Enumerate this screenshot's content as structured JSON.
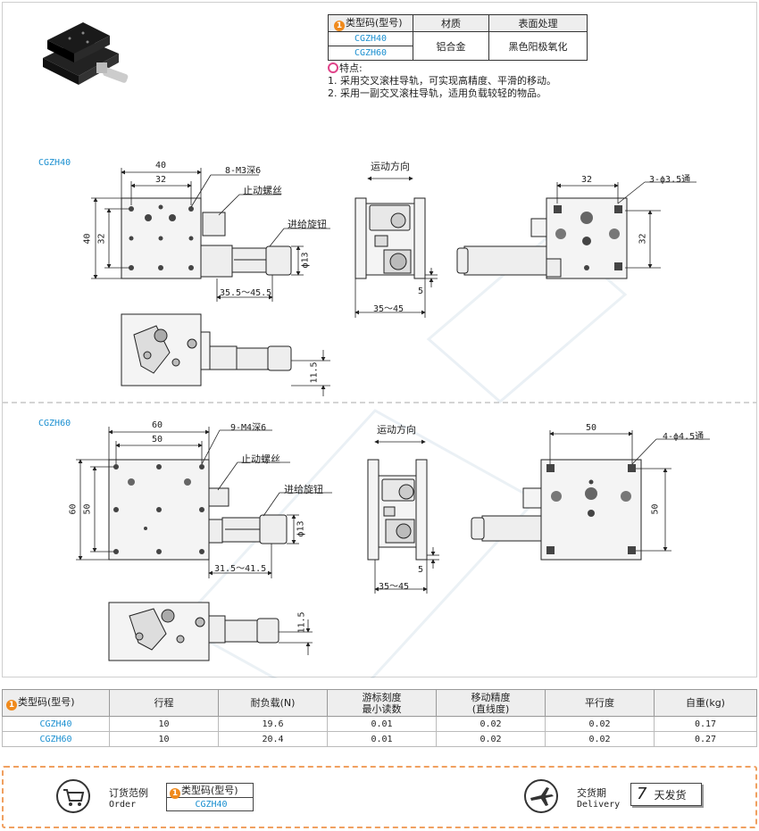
{
  "header_table": {
    "col_model": "类型码(型号)",
    "col_material": "材质",
    "col_surface": "表面处理",
    "models": [
      "CGZH40",
      "CGZH60"
    ],
    "material": "铝合金",
    "surface": "黑色阳极氧化"
  },
  "features": {
    "title": "特点:",
    "items": [
      "1. 采用交叉滚柱导轨，可实现高精度、平滑的移动。",
      "2. 采用一副交叉滚柱导轨，适用负载较轻的物品。"
    ]
  },
  "drawing40": {
    "model": "CGZH40",
    "dim_40_top": "40",
    "dim_32_top": "32",
    "holes": "8-M3深6",
    "lock_screw": "止动螺丝",
    "feed_knob": "进给旋钮",
    "dim_40_side": "40",
    "dim_32_side": "32",
    "phi13": "ϕ13",
    "travel": "35.5～45.5",
    "motion_dir": "运动方向",
    "dim_5": "5",
    "range": "35～45",
    "right_32": "32",
    "right_holes": "3-ϕ3.5通",
    "right_side_32": "32",
    "h_11_5": "11.5"
  },
  "drawing60": {
    "model": "CGZH60",
    "dim_60_top": "60",
    "dim_50_top": "50",
    "holes": "9-M4深6",
    "lock_screw": "止动螺丝",
    "feed_knob": "进给旋钮",
    "dim_60_side": "60",
    "dim_50_side": "50",
    "phi13": "ϕ13",
    "travel": "31.5～41.5",
    "motion_dir": "运动方向",
    "dim_5": "5",
    "range": "35～45",
    "right_50": "50",
    "right_holes": "4-ϕ4.5通",
    "right_side_50": "50",
    "h_11_5": "11.5"
  },
  "spec_table": {
    "headers": [
      "类型码(型号)",
      "行程",
      "耐负载(N)",
      "游标刻度\n最小读数",
      "移动精度\n(直线度)",
      "平行度",
      "自重(kg)"
    ],
    "rows": [
      [
        "CGZH40",
        "10",
        "19.6",
        "0.01",
        "0.02",
        "0.02",
        "0.17"
      ],
      [
        "CGZH60",
        "10",
        "20.4",
        "0.01",
        "0.02",
        "0.02",
        "0.27"
      ]
    ]
  },
  "order": {
    "example_cn": "订货范例",
    "example_en": "Order",
    "model_header": "类型码(型号)",
    "model_value": "CGZH40",
    "delivery_cn": "交货期",
    "delivery_en": "Delivery",
    "delivery_days": "7",
    "delivery_unit": "天发货"
  },
  "colors": {
    "accent_blue": "#1a8fd0",
    "badge_orange": "#f08a1c",
    "border_orange": "#f0a060"
  }
}
